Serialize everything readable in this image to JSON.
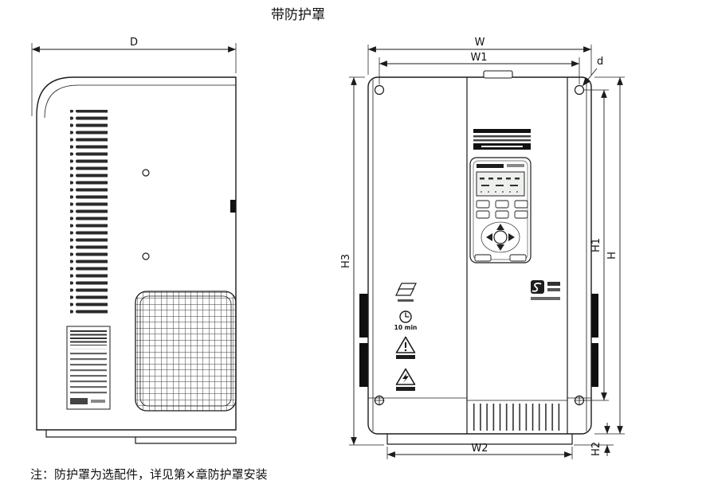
{
  "title": "带防护罩",
  "note": "注：防护罩为选配件，详见第×章防护罩安装",
  "dims": {
    "D": "D",
    "W": "W",
    "W1": "W1",
    "W2": "W2",
    "d": "d",
    "H": "H",
    "H1": "H1",
    "H2": "H2",
    "H3": "H3"
  },
  "front_view": {
    "clock_label": "10 min"
  },
  "colors": {
    "line": "#1b1b1b",
    "fill": "#ffffff",
    "dark": "#111111"
  }
}
